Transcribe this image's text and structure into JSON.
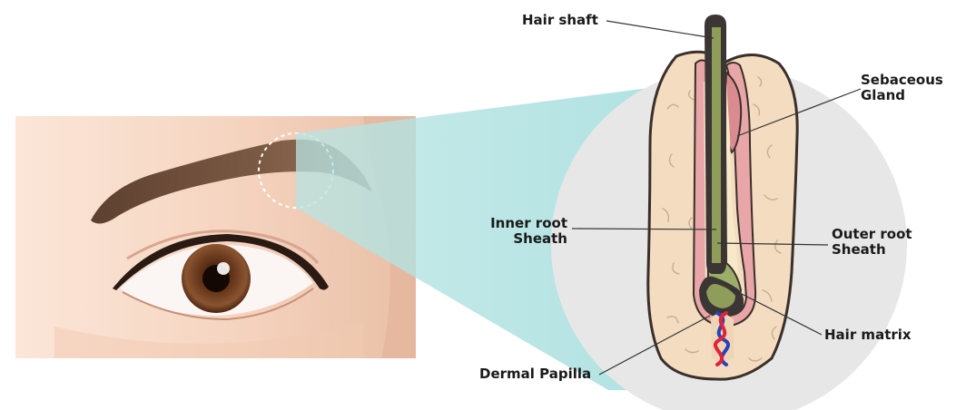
{
  "labels": {
    "hair_shaft": "Hair shaft",
    "sebaceous_line1": "Sebaceous",
    "sebaceous_line2": "Gland",
    "inner_root_line1": "Inner root",
    "inner_root_line2": "Sheath",
    "outer_root_line1": "Outer root",
    "outer_root_line2": "Sheath",
    "hair_matrix": "Hair matrix",
    "dermal_papilla": "Dermal Papilla"
  },
  "colors": {
    "skin": "#f6d6c2",
    "brow": "#7a5a45",
    "iris": "#6a3a1e",
    "magnifier_beam": "#a8e0e0",
    "circle_bg": "#e8e8e8",
    "tissue": "#f3dcc0",
    "tissue_outline": "#3a2f2a",
    "shaft": "#3b3533",
    "inner_sheath": "#9aae6a",
    "outer_sheath": "#e8a6a8",
    "gland": "#d98b8f",
    "vessel_red": "#e0243c",
    "vessel_blue": "#2545b8"
  }
}
